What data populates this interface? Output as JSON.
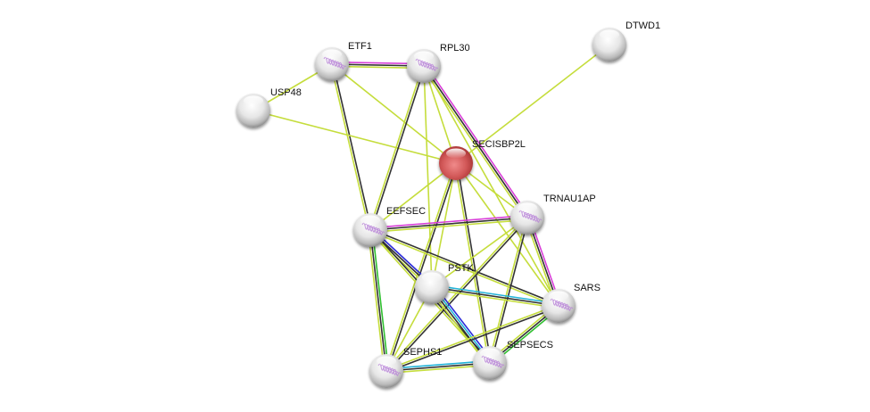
{
  "title": "STRING protein interaction network",
  "query_protein": "SECISBP2L",
  "colors": {
    "query_node": "#d45858",
    "other_node": "#d8d8d8",
    "structure_tint": "#b57ed6",
    "textmining": "#c5dd3c",
    "coexpression": "#333333",
    "experiments": "#d83fd8",
    "databases": "#22b3d8",
    "cooccurrence": "#2b2bd8",
    "neighborhood": "#2fbf2f"
  },
  "nodes": [
    {
      "id": "ETF1",
      "label": "ETF1",
      "query": false,
      "has_structure": true
    },
    {
      "id": "RPL30",
      "label": "RPL30",
      "query": false,
      "has_structure": true
    },
    {
      "id": "USP48",
      "label": "USP48",
      "query": false,
      "has_structure": false
    },
    {
      "id": "DTWD1",
      "label": "DTWD1",
      "query": false,
      "has_structure": false
    },
    {
      "id": "SECISBP2L",
      "label": "SECISBP2L",
      "query": true,
      "has_structure": false
    },
    {
      "id": "TRNAU1AP",
      "label": "TRNAU1AP",
      "query": false,
      "has_structure": true
    },
    {
      "id": "EEFSEC",
      "label": "EEFSEC",
      "query": false,
      "has_structure": true
    },
    {
      "id": "PSTK",
      "label": "PSTK",
      "query": false,
      "has_structure": false
    },
    {
      "id": "SARS",
      "label": "SARS",
      "query": false,
      "has_structure": true
    },
    {
      "id": "SEPHS1",
      "label": "SEPHS1",
      "query": false,
      "has_structure": true
    },
    {
      "id": "SEPSECS",
      "label": "SEPSECS",
      "query": false,
      "has_structure": true
    }
  ],
  "edges": [
    {
      "source": "ETF1",
      "target": "RPL30",
      "evidence": [
        "experiments",
        "coexpression",
        "textmining"
      ]
    },
    {
      "source": "ETF1",
      "target": "USP48",
      "evidence": [
        "textmining"
      ]
    },
    {
      "source": "ETF1",
      "target": "EEFSEC",
      "evidence": [
        "coexpression",
        "textmining"
      ]
    },
    {
      "source": "ETF1",
      "target": "SECISBP2L",
      "evidence": [
        "textmining"
      ]
    },
    {
      "source": "USP48",
      "target": "SECISBP2L",
      "evidence": [
        "textmining"
      ]
    },
    {
      "source": "DTWD1",
      "target": "SECISBP2L",
      "evidence": [
        "textmining"
      ]
    },
    {
      "source": "RPL30",
      "target": "EEFSEC",
      "evidence": [
        "coexpression",
        "textmining"
      ]
    },
    {
      "source": "RPL30",
      "target": "SECISBP2L",
      "evidence": [
        "textmining"
      ]
    },
    {
      "source": "RPL30",
      "target": "TRNAU1AP",
      "evidence": [
        "experiments",
        "coexpression",
        "textmining"
      ]
    },
    {
      "source": "RPL30",
      "target": "PSTK",
      "evidence": [
        "textmining"
      ]
    },
    {
      "source": "RPL30",
      "target": "SARS",
      "evidence": [
        "textmining"
      ]
    },
    {
      "source": "SECISBP2L",
      "target": "EEFSEC",
      "evidence": [
        "textmining"
      ]
    },
    {
      "source": "SECISBP2L",
      "target": "TRNAU1AP",
      "evidence": [
        "textmining"
      ]
    },
    {
      "source": "SECISBP2L",
      "target": "PSTK",
      "evidence": [
        "textmining"
      ]
    },
    {
      "source": "SECISBP2L",
      "target": "SEPHS1",
      "evidence": [
        "coexpression",
        "textmining"
      ]
    },
    {
      "source": "SECISBP2L",
      "target": "SEPSECS",
      "evidence": [
        "coexpression",
        "textmining"
      ]
    },
    {
      "source": "SECISBP2L",
      "target": "SARS",
      "evidence": [
        "textmining"
      ]
    },
    {
      "source": "EEFSEC",
      "target": "TRNAU1AP",
      "evidence": [
        "experiments",
        "coexpression",
        "textmining"
      ]
    },
    {
      "source": "EEFSEC",
      "target": "PSTK",
      "evidence": [
        "cooccurrence",
        "coexpression",
        "textmining"
      ]
    },
    {
      "source": "EEFSEC",
      "target": "SARS",
      "evidence": [
        "coexpression",
        "textmining"
      ]
    },
    {
      "source": "EEFSEC",
      "target": "SEPHS1",
      "evidence": [
        "neighborhood",
        "coexpression",
        "textmining"
      ]
    },
    {
      "source": "EEFSEC",
      "target": "SEPSECS",
      "evidence": [
        "coexpression",
        "textmining"
      ]
    },
    {
      "source": "TRNAU1AP",
      "target": "PSTK",
      "evidence": [
        "textmining"
      ]
    },
    {
      "source": "TRNAU1AP",
      "target": "SARS",
      "evidence": [
        "experiments",
        "coexpression",
        "textmining"
      ]
    },
    {
      "source": "TRNAU1AP",
      "target": "SEPHS1",
      "evidence": [
        "coexpression",
        "textmining"
      ]
    },
    {
      "source": "TRNAU1AP",
      "target": "SEPSECS",
      "evidence": [
        "coexpression",
        "textmining"
      ]
    },
    {
      "source": "PSTK",
      "target": "SARS",
      "evidence": [
        "databases",
        "coexpression",
        "textmining"
      ]
    },
    {
      "source": "PSTK",
      "target": "SEPHS1",
      "evidence": [
        "textmining"
      ]
    },
    {
      "source": "PSTK",
      "target": "SEPSECS",
      "evidence": [
        "cooccurrence",
        "databases",
        "coexpression",
        "textmining"
      ]
    },
    {
      "source": "SARS",
      "target": "SEPHS1",
      "evidence": [
        "coexpression",
        "textmining"
      ]
    },
    {
      "source": "SARS",
      "target": "SEPSECS",
      "evidence": [
        "neighborhood",
        "coexpression",
        "textmining"
      ]
    },
    {
      "source": "SEPHS1",
      "target": "SEPSECS",
      "evidence": [
        "databases",
        "coexpression",
        "textmining"
      ]
    }
  ]
}
